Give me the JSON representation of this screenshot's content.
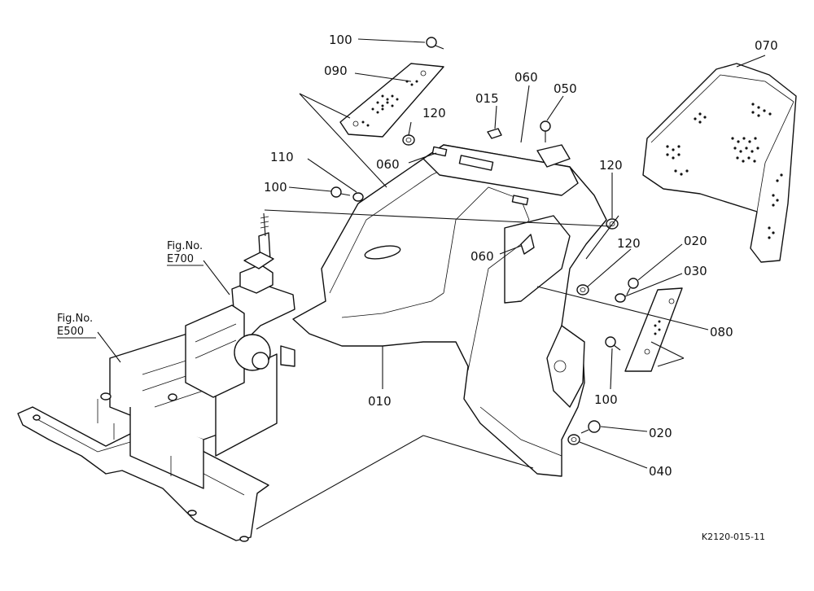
{
  "figure": {
    "drawing_id": "K2120-015-11"
  },
  "references": [
    {
      "key": "e700",
      "lines": [
        "Fig.No.",
        "E700"
      ]
    },
    {
      "key": "e500",
      "lines": [
        "Fig.No.",
        "E500"
      ]
    }
  ],
  "callouts": {
    "p100a": "100",
    "p090": "090",
    "p120a": "120",
    "p015": "015",
    "p060a": "060",
    "p050": "050",
    "p070": "070",
    "p060b": "060",
    "p110": "110",
    "p100b": "100",
    "p120b": "120",
    "p020a": "020",
    "p060c": "060",
    "p120c": "120",
    "p030": "030",
    "p080": "080",
    "p010": "010",
    "p100c": "100",
    "p020b": "020",
    "p040": "040"
  },
  "colors": {
    "line": "#111111",
    "background": "#ffffff"
  }
}
